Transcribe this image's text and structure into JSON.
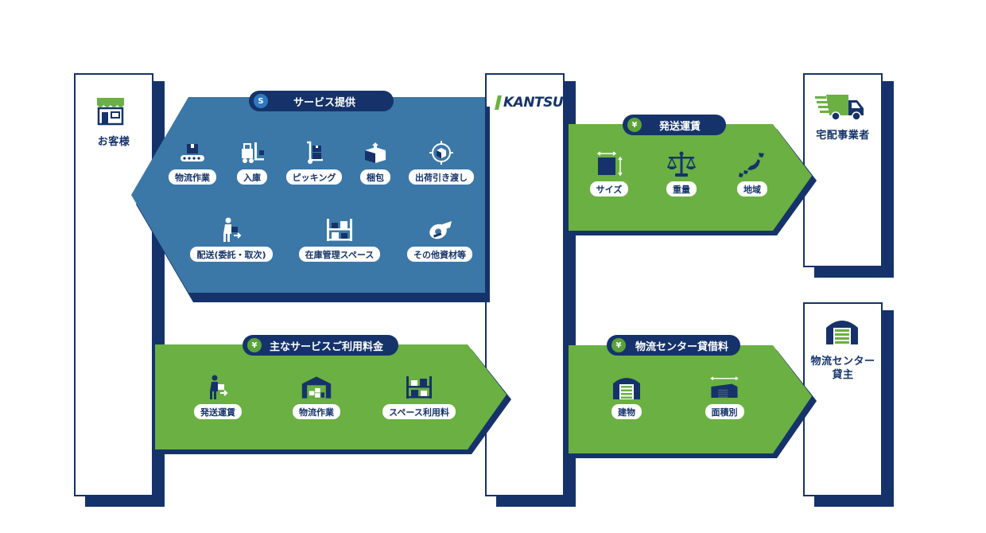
{
  "customer": {
    "label": "お客様",
    "icon": "shop-icon"
  },
  "company": {
    "logo_text": "KANTSU",
    "icon": "kantsu-logo"
  },
  "delivery_company": {
    "label": "宅配事業者",
    "icon": "delivery-truck-icon"
  },
  "center_owner": {
    "label_line1": "物流センター",
    "label_line2": "貸主",
    "icon": "warehouse-icon"
  },
  "service_arrow": {
    "title": "サービス提供",
    "badge": "S",
    "row1": [
      {
        "label": "物流作業",
        "icon": "conveyor-icon"
      },
      {
        "label": "入庫",
        "icon": "forklift-icon"
      },
      {
        "label": "ピッキング",
        "icon": "hand-truck-icon"
      },
      {
        "label": "梱包",
        "icon": "box-icon"
      },
      {
        "label": "出荷引き渡し",
        "icon": "target-box-icon"
      }
    ],
    "row2": [
      {
        "label": "配送(委託・取次)",
        "icon": "delivery-person-icon"
      },
      {
        "label": "在庫管理スペース",
        "icon": "shelf-icon"
      },
      {
        "label": "その他資材等",
        "icon": "tape-icon"
      }
    ]
  },
  "fee_arrow": {
    "title": "主なサービスご利用料金",
    "badge": "¥",
    "items": [
      {
        "label": "発送運賃",
        "icon": "delivery-person-icon"
      },
      {
        "label": "物流作業",
        "icon": "warehouse-work-icon"
      },
      {
        "label": "スペース利用料",
        "icon": "shelf-icon"
      }
    ]
  },
  "shipping_arrow": {
    "title": "発送運賃",
    "badge": "¥",
    "items": [
      {
        "label": "サイズ",
        "icon": "size-icon"
      },
      {
        "label": "重量",
        "icon": "scale-icon"
      },
      {
        "label": "地域",
        "icon": "japan-map-icon"
      }
    ]
  },
  "rent_arrow": {
    "title": "物流センター貸借料",
    "badge": "¥",
    "items": [
      {
        "label": "建物",
        "icon": "building-icon"
      },
      {
        "label": "面積別",
        "icon": "area-icon"
      }
    ]
  },
  "colors": {
    "navy": "#15336a",
    "blue": "#3b78a8",
    "green": "#6ab042",
    "white": "#ffffff"
  }
}
